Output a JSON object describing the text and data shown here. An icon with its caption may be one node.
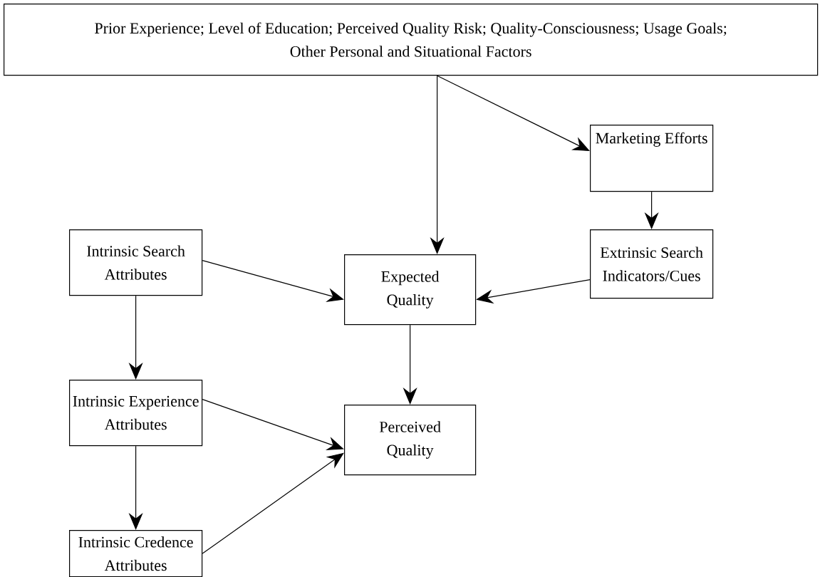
{
  "diagram": {
    "nodes": [
      {
        "text": [
          "Prior Experience; Level of Education; Perceived Quality Risk; Quality-Consciousness; Usage Goals; Other Personal and Situational Factors"
        ]
      },
      {
        "text": [
          "Marketing Efforts"
        ]
      },
      {
        "text": [
          "Extrinsic Search Indicators/Cues"
        ]
      },
      {
        "text": [
          "Intrinsic Search Attributes"
        ]
      },
      {
        "text": [
          "Expected Quality"
        ]
      },
      {
        "text": [
          "Intrinsic Experience Attributes"
        ]
      },
      {
        "text": [
          "Perceived Quality"
        ]
      },
      {
        "text": [
          "Intrinsic Credence Attributes"
        ]
      }
    ],
    "edges": [
      {
        "from": 0,
        "to": 1,
        "arrow": "to"
      },
      {
        "from": 0,
        "to": 4,
        "arrow": "to"
      },
      {
        "from": 1,
        "to": 2,
        "arrow": "to"
      },
      {
        "from": 3,
        "to": 4,
        "arrow": "to"
      },
      {
        "from": 2,
        "to": 4,
        "arrow": "to"
      },
      {
        "from": 4,
        "to": 6,
        "arrow": "to"
      },
      {
        "from": 3,
        "to": 5,
        "arrow": "to"
      },
      {
        "from": 5,
        "to": 7,
        "arrow": "to"
      },
      {
        "from": 5,
        "to": 6,
        "arrow": "to"
      },
      {
        "from": 7,
        "to": 6,
        "arrow": "to"
      }
    ]
  }
}
